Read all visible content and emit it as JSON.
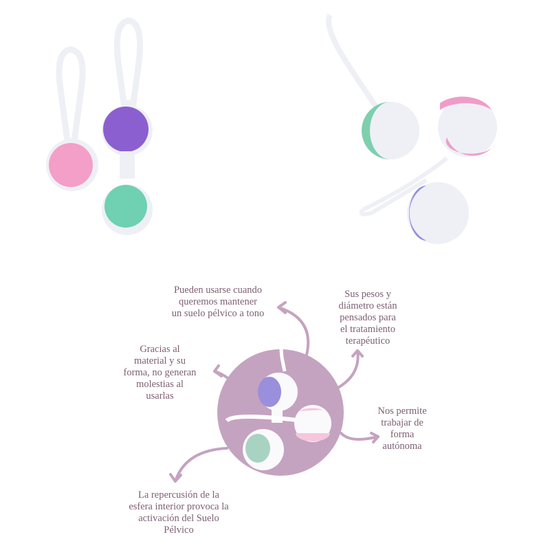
{
  "colors": {
    "accent_circle": "#c4a3c0",
    "text": "#7d5f73",
    "pink": "#f2a0c6",
    "purple": "#8e63cf",
    "mint": "#74d2b4",
    "lavender": "#9b94e0"
  },
  "captions": {
    "top": "Pueden usarse cuando\nqueremos mantener\nun suelo pélvico a tono",
    "right_top": "Sus pesos y\ndiámetro están\npensados para\nel tratamiento\nterapéutico",
    "left": "Gracias al\nmaterial y su\nforma, no generan\nmolestias al\nusarlas",
    "right": "Nos permite\ntrabajar de\nforma\nautónoma",
    "bottom": "La repercusión de la\nesfera interior provoca la\nactivación del Suelo\nPélvico"
  }
}
